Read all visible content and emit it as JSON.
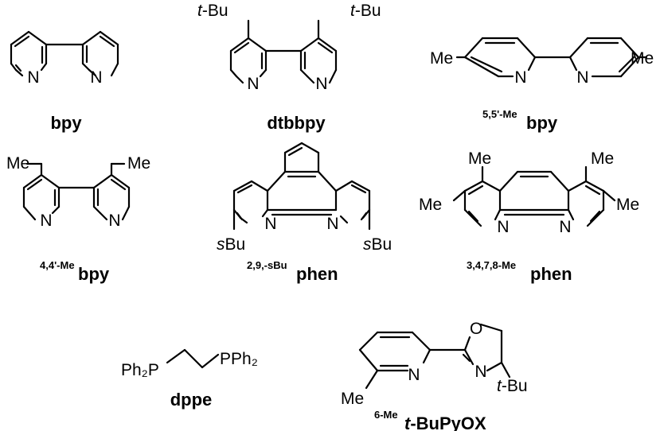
{
  "atoms": {
    "N": "N",
    "O": "O",
    "me": "Me",
    "tbu_t": "t",
    "tbu_bu": "-Bu",
    "sbu_s": "s",
    "sbu_bu": "Bu",
    "ph2p": "Ph₂P",
    "pph2": "PPh₂"
  },
  "labels": {
    "bpy": "bpy",
    "dtbbpy": "dtbbpy",
    "me55_sup": "5,5'-Me",
    "me55_main": "bpy",
    "me44_sup": "4,4'-Me",
    "me44_main": "bpy",
    "sbu_sup": "2,9,-sBu",
    "sbu_main": "phen",
    "me3478_sup": "3,4,7,8-Me",
    "me3478_main": "phen",
    "dppe": "dppe",
    "pyox_sup": "6-Me",
    "pyox_t": "t",
    "pyox_main": "-BuPyOX"
  }
}
